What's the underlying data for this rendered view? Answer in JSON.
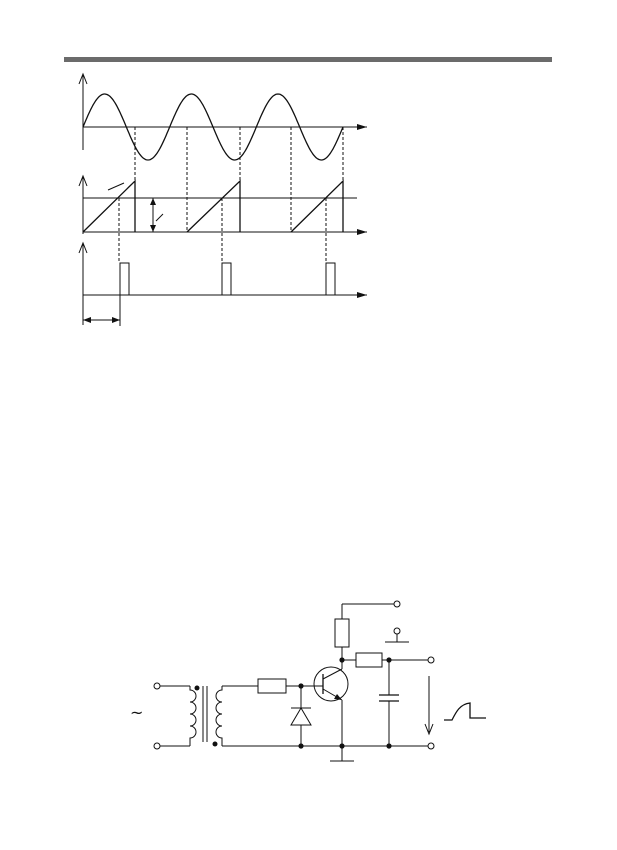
{
  "page": {
    "header_rule_color": "#6b6b6b",
    "line_color": "#111111"
  },
  "timing_diagram": {
    "rows": [
      "sine-wave",
      "sawtooth-ramp",
      "output-pulses"
    ],
    "cycles": 3
  },
  "circuit": {
    "source_symbol": "~"
  }
}
